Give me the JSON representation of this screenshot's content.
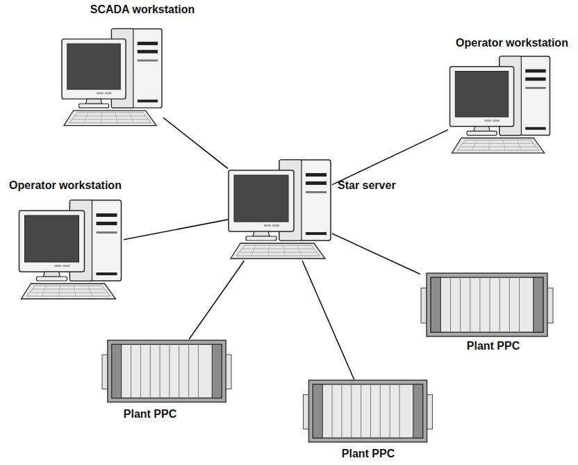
{
  "diagram": {
    "nodes": [
      {
        "text": [
          "SCADA workstation"
        ]
      },
      {
        "text": [
          "Operator workstation"
        ]
      },
      {
        "text": [
          "Operator workstation"
        ]
      },
      {
        "text": [
          "Star server"
        ]
      },
      {
        "text": [
          "Plant PPC"
        ]
      },
      {
        "text": [
          "Plant PPC"
        ]
      },
      {
        "text": [
          "Plant PPC"
        ]
      }
    ],
    "edges": [
      {
        "from": 3,
        "to": 0,
        "arrow": "none"
      },
      {
        "from": 3,
        "to": 1,
        "arrow": "none"
      },
      {
        "from": 3,
        "to": 2,
        "arrow": "none"
      },
      {
        "from": 3,
        "to": 4,
        "arrow": "none"
      },
      {
        "from": 3,
        "to": 5,
        "arrow": "none"
      },
      {
        "from": 3,
        "to": 6,
        "arrow": "none"
      }
    ]
  }
}
